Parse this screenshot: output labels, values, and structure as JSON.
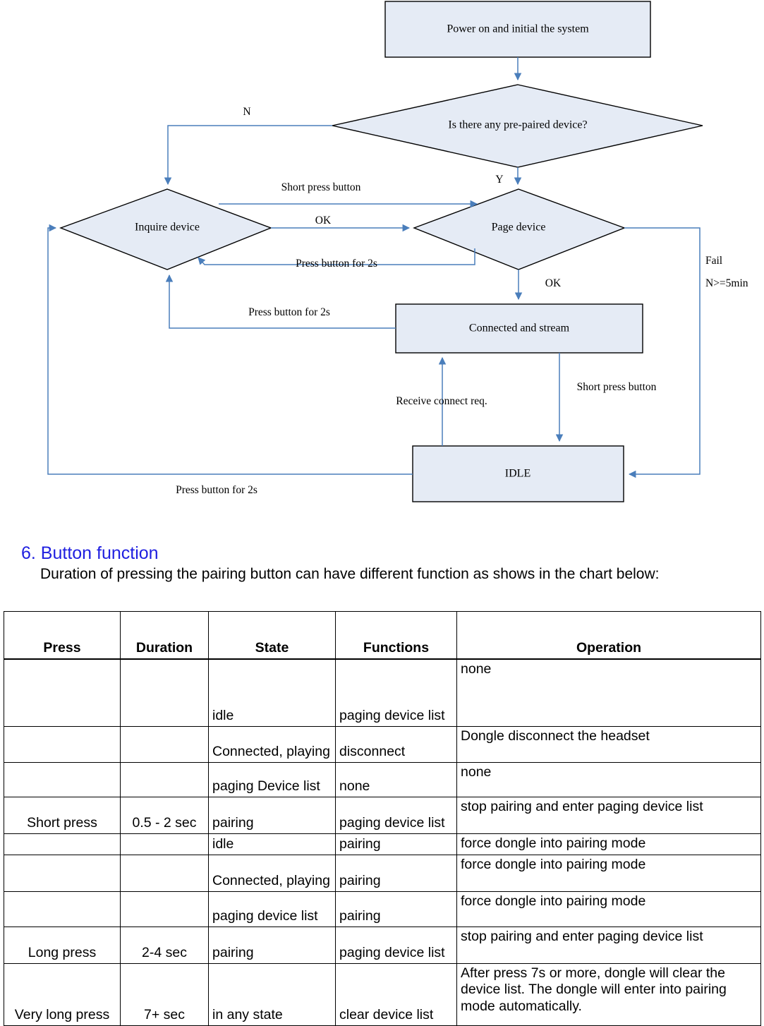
{
  "flowchart": {
    "nodes": [
      {
        "id": "power-on",
        "type": "process",
        "label": "Power on and initial the system"
      },
      {
        "id": "pre-paired",
        "type": "decision",
        "label": "Is there any pre-paired device?"
      },
      {
        "id": "inquire",
        "type": "decision",
        "label": "Inquire device"
      },
      {
        "id": "page",
        "type": "decision",
        "label": "Page device"
      },
      {
        "id": "connected",
        "type": "process",
        "label": "Connected and stream"
      },
      {
        "id": "idle",
        "type": "process",
        "label": "IDLE"
      }
    ],
    "edge_labels": {
      "no": "N",
      "yes": "Y",
      "short_press_top": "Short press button",
      "ok_inquire_to_page": "OK",
      "press_2s_page_to_inquire": "Press button for 2s",
      "ok_page_to_connected": "OK",
      "fail": "Fail",
      "fail_timeout": "N>=5min",
      "press_2s_connected_to_inquire": "Press button for 2s",
      "receive_connect_req": "Receive connect req.",
      "short_press_connected_to_idle": "Short press button",
      "press_2s_idle_to_inquire": "Press button for 2s"
    },
    "colors": {
      "node_fill": "#e5ebf5",
      "node_stroke": "#000000",
      "edge_stroke": "#4a7ebb"
    }
  },
  "section": {
    "heading": "6. Button function",
    "paragraph": "Duration of pressing the pairing button can have different function as shows in the chart below:"
  },
  "table": {
    "headers": [
      "Press",
      "Duration",
      "State",
      "Functions",
      "Operation"
    ],
    "rows": [
      {
        "press": "",
        "duration": "",
        "state": "idle",
        "functions": "paging device list",
        "operation": "none"
      },
      {
        "press": "",
        "duration": "",
        "state": "Connected, playing",
        "functions": "disconnect",
        "operation": "Dongle disconnect the headset"
      },
      {
        "press": "",
        "duration": "",
        "state": "paging Device list",
        "functions": "none",
        "operation": "none"
      },
      {
        "press": "Short press",
        "duration": "0.5 - 2 sec",
        "state": "pairing",
        "functions": "paging device list",
        "operation": "stop pairing and enter paging device list"
      },
      {
        "press": "",
        "duration": "",
        "state": "idle",
        "functions": "pairing",
        "operation": "force dongle into pairing mode"
      },
      {
        "press": "",
        "duration": "",
        "state": "Connected, playing",
        "functions": "pairing",
        "operation": "force dongle into pairing mode"
      },
      {
        "press": "",
        "duration": "",
        "state": "paging device list",
        "functions": "pairing",
        "operation": "force dongle into pairing mode"
      },
      {
        "press": "Long press",
        "duration": "2-4 sec",
        "state": "pairing",
        "functions": "paging device list",
        "operation": "stop pairing and enter paging device list"
      },
      {
        "press": "Very long press",
        "duration": "7+ sec",
        "state": "in any state",
        "functions": "clear device list",
        "operation": "After press 7s or more, dongle will clear the device list. The dongle will enter into pairing mode automatically."
      }
    ],
    "group_ends": [
      3,
      7,
      8
    ]
  }
}
